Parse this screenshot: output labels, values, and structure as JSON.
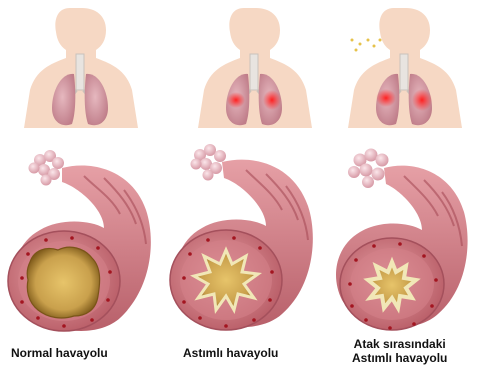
{
  "panels": [
    {
      "id": "normal",
      "label_lines": [
        "Normal havayolu"
      ]
    },
    {
      "id": "asthma",
      "label_lines": [
        "Astımlı havayolu"
      ]
    },
    {
      "id": "attack",
      "label_lines": [
        "Atak sırasındaki",
        "Astımlı havayolu"
      ]
    }
  ],
  "colors": {
    "skin": "#f5d6c2",
    "lung": "#d7a3ad",
    "lung_dark": "#b56a7a",
    "inflamed": "#e0201f",
    "airway_wall": "#c8747a",
    "airway_ring": "#b45a62",
    "lumen": "#c8a24e",
    "lumen_dark": "#8f6a1f",
    "mucus": "#f1e7b7",
    "alveoli": "#f0c6cf"
  }
}
